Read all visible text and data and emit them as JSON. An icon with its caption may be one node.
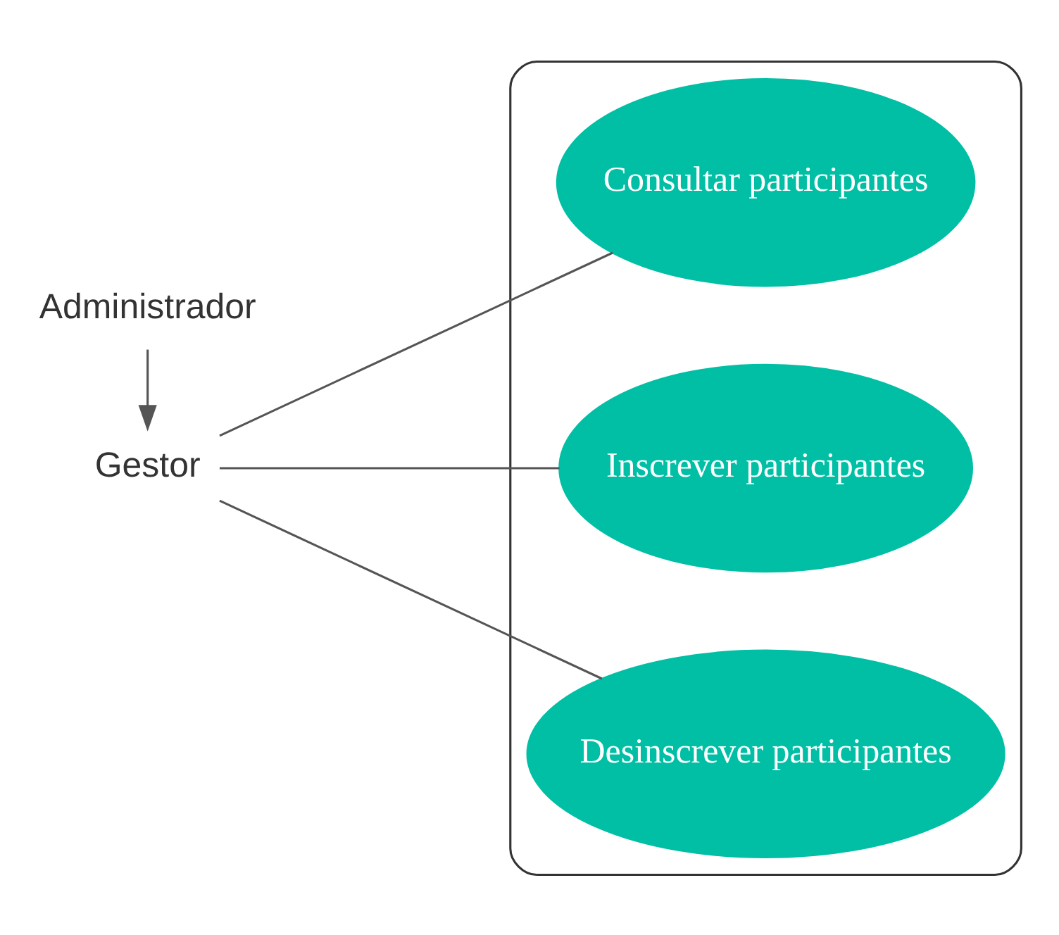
{
  "diagram": {
    "nodes": [
      {
        "text": [
          "Gestor"
        ]
      },
      {
        "text": [
          "Administrador"
        ]
      },
      {
        "text": [],
        "shape": "box"
      },
      {
        "text": [
          "Consultar participantes"
        ],
        "in": 2
      },
      {
        "text": [
          "Inscrever participantes"
        ],
        "in": 2
      },
      {
        "text": [
          "Desinscrever participantes"
        ],
        "in": 2
      }
    ],
    "edges": [
      {
        "from": 1,
        "to": 0,
        "arrow": "to"
      },
      {
        "from": 0,
        "to": 3,
        "arrow": "none"
      },
      {
        "from": 0,
        "to": 4,
        "arrow": "none"
      },
      {
        "from": 0,
        "to": 5,
        "arrow": "none"
      }
    ]
  }
}
